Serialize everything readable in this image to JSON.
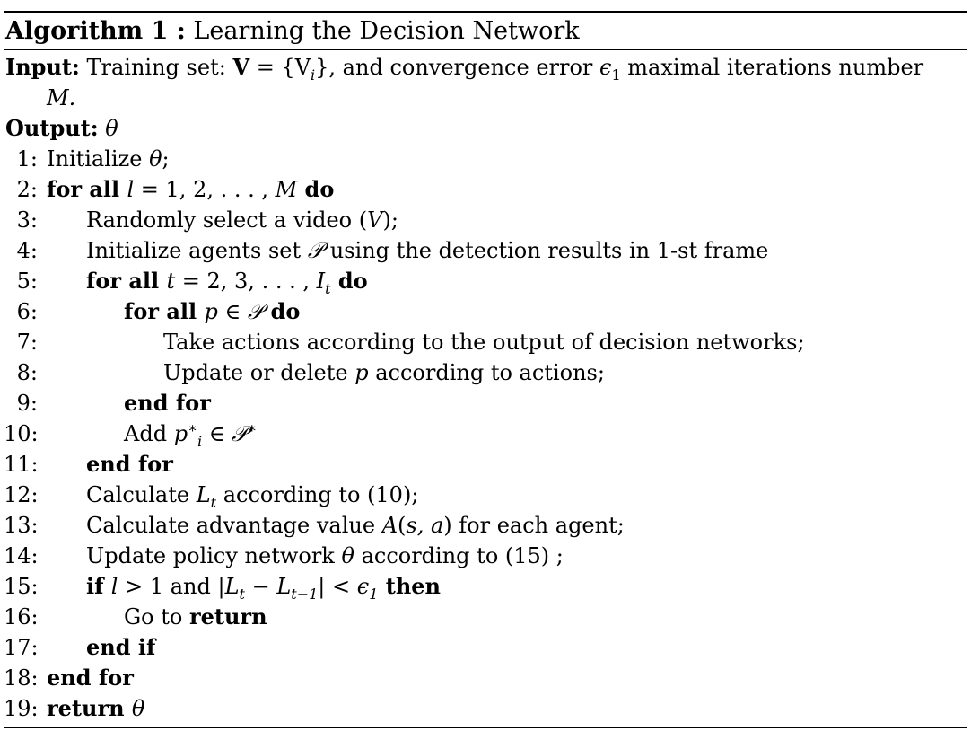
{
  "algorithm": {
    "label": "Algorithm 1 :",
    "title": "Learning the Decision Network"
  },
  "input": {
    "label": "Input:",
    "text_a": "Training set: ",
    "set_symbol": "V",
    "set_def": " = {V",
    "set_sub": "i",
    "set_close": "}, and convergence error ",
    "eps": "ϵ",
    "eps_sub": "1",
    "text_b": " maximal iterations number",
    "cont": "M."
  },
  "output": {
    "label": "Output:",
    "value": "θ"
  },
  "lines": [
    {
      "num": "1:",
      "level": 0,
      "parts": [
        [
          "t",
          "Initialize "
        ],
        [
          "m",
          "θ"
        ],
        [
          "t",
          ";"
        ]
      ]
    },
    {
      "num": "2:",
      "level": 0,
      "parts": [
        [
          "k",
          "for all "
        ],
        [
          "m",
          "l"
        ],
        [
          "t",
          " = 1, 2, . . . , "
        ],
        [
          "m",
          "M"
        ],
        [
          "k",
          " do"
        ]
      ]
    },
    {
      "num": "3:",
      "level": 1,
      "parts": [
        [
          "t",
          "Randomly select a video ("
        ],
        [
          "m",
          "V"
        ],
        [
          "t",
          ");"
        ]
      ]
    },
    {
      "num": "4:",
      "level": 1,
      "parts": [
        [
          "t",
          "Initialize agents set "
        ],
        [
          "m",
          "𝒫"
        ],
        [
          "t",
          " using the detection results in 1-st frame"
        ]
      ]
    },
    {
      "num": "5:",
      "level": 1,
      "parts": [
        [
          "k",
          "for all "
        ],
        [
          "m",
          "t"
        ],
        [
          "t",
          " = 2, 3, . . . , "
        ],
        [
          "m",
          "I"
        ],
        [
          "s",
          "t"
        ],
        [
          "k",
          " do"
        ]
      ]
    },
    {
      "num": "6:",
      "level": 2,
      "parts": [
        [
          "k",
          "for all "
        ],
        [
          "m",
          "p"
        ],
        [
          "t",
          " ∈ "
        ],
        [
          "m",
          "𝒫"
        ],
        [
          "k",
          "  do"
        ]
      ]
    },
    {
      "num": "7:",
      "level": 3,
      "parts": [
        [
          "t",
          "Take actions according to the output of decision networks;"
        ]
      ]
    },
    {
      "num": "8:",
      "level": 3,
      "parts": [
        [
          "t",
          "Update or delete "
        ],
        [
          "m",
          "p"
        ],
        [
          "t",
          " according to actions;"
        ]
      ]
    },
    {
      "num": "9:",
      "level": 2,
      "parts": [
        [
          "k",
          "end for"
        ]
      ]
    },
    {
      "num": "10:",
      "level": 2,
      "parts": [
        [
          "t",
          "Add "
        ],
        [
          "m",
          "p"
        ],
        [
          "u",
          "∗"
        ],
        [
          "s",
          "i"
        ],
        [
          "t",
          " ∈ "
        ],
        [
          "m",
          "𝒫"
        ],
        [
          "u",
          "∗"
        ]
      ]
    },
    {
      "num": "11:",
      "level": 1,
      "parts": [
        [
          "k",
          "end for"
        ]
      ]
    },
    {
      "num": "12:",
      "level": 1,
      "parts": [
        [
          "t",
          "Calculate "
        ],
        [
          "m",
          "L"
        ],
        [
          "s",
          "t"
        ],
        [
          "t",
          " according to (10);"
        ]
      ]
    },
    {
      "num": "13:",
      "level": 1,
      "parts": [
        [
          "t",
          "Calculate advantage value "
        ],
        [
          "m",
          "A"
        ],
        [
          "t",
          "("
        ],
        [
          "m",
          "s, a"
        ],
        [
          "t",
          ") for each agent;"
        ]
      ]
    },
    {
      "num": "14:",
      "level": 1,
      "parts": [
        [
          "t",
          "Update policy network "
        ],
        [
          "m",
          "θ"
        ],
        [
          "t",
          " according to (15) ;"
        ]
      ]
    },
    {
      "num": "15:",
      "level": 1,
      "parts": [
        [
          "k",
          "if "
        ],
        [
          "t",
          "  "
        ],
        [
          "m",
          "l"
        ],
        [
          "t",
          " > 1 and |"
        ],
        [
          "m",
          "L"
        ],
        [
          "s",
          "t"
        ],
        [
          "t",
          " − "
        ],
        [
          "m",
          "L"
        ],
        [
          "s",
          "t−1"
        ],
        [
          "t",
          "| < "
        ],
        [
          "m",
          "ϵ"
        ],
        [
          "s",
          "1"
        ],
        [
          "k",
          " then"
        ]
      ]
    },
    {
      "num": "16:",
      "level": 2,
      "parts": [
        [
          "t",
          "Go to "
        ],
        [
          "k",
          "return"
        ]
      ]
    },
    {
      "num": "17:",
      "level": 1,
      "parts": [
        [
          "k",
          "end if"
        ]
      ]
    },
    {
      "num": "18:",
      "level": 0,
      "parts": [
        [
          "k",
          "end for"
        ]
      ]
    },
    {
      "num": "19:",
      "level": 0,
      "parts": [
        [
          "k",
          "return "
        ],
        [
          "m",
          "θ"
        ]
      ]
    }
  ]
}
